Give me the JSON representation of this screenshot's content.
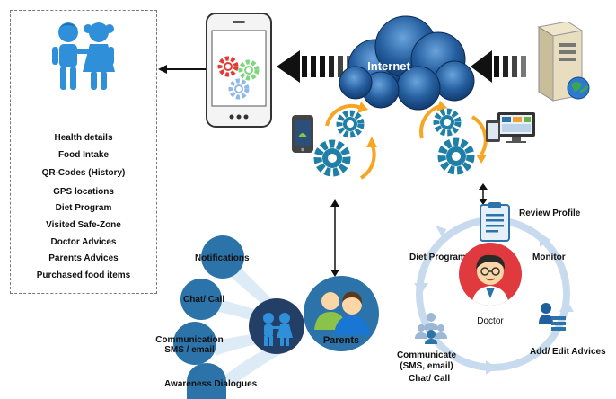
{
  "cloud": {
    "label": "Internet"
  },
  "child_profile": {
    "items": [
      "Health details",
      "Food Intake",
      "QR-Codes (History)",
      "GPS locations",
      "Diet Program",
      "Visited Safe-Zone",
      "Doctor Advices",
      "Parents Advices",
      "Purchased food items"
    ]
  },
  "parents": {
    "label": "Parents",
    "features": [
      "Notifications",
      "Chat/ Call",
      "Communication\nSMS / email",
      "Awareness Dialogues"
    ]
  },
  "doctor": {
    "label": "Doctor",
    "cycle": {
      "review_profile": "Review Profile",
      "monitor": "Monitor",
      "add_edit_advices": "Add/ Edit Advices",
      "communicate": "Communicate\n(SMS, email)",
      "chat_call": "Chat/ Call",
      "diet_programs": "Diet Programs"
    }
  },
  "colors": {
    "bubble": "#2b73a8",
    "bubble_light": "#d8e8f5",
    "gear": "#1f7fa6",
    "arrow_orange": "#f6a623",
    "cycle": "#c8dbee",
    "cloud": "#1d4f8a"
  }
}
